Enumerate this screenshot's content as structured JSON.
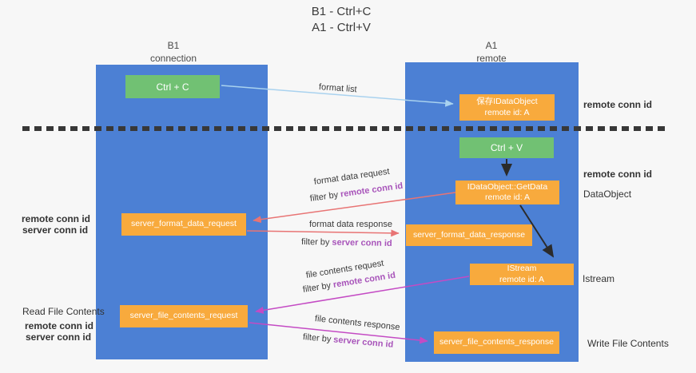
{
  "title": {
    "line1": "B1 - Ctrl+C",
    "line2": "A1 - Ctrl+V"
  },
  "lanes": {
    "left": {
      "name": "B1",
      "role": "connection"
    },
    "right": {
      "name": "A1",
      "role": "remote"
    }
  },
  "nodes": {
    "ctrl_c": {
      "label": "Ctrl + C"
    },
    "store_dataobject": {
      "line1": "保存IDataObject",
      "line2": "remote id: A"
    },
    "ctrl_v": {
      "label": "Ctrl + V"
    },
    "getdata": {
      "line1": "IDataObject::GetData",
      "line2": "remote id: A"
    },
    "format_request": {
      "label": "server_format_data_request"
    },
    "format_response": {
      "label": "server_format_data_response"
    },
    "istream": {
      "line1": "IStream",
      "line2": "remote id: A"
    },
    "file_request": {
      "label": "server_file_contents_request"
    },
    "file_response": {
      "label": "server_file_contents_response"
    }
  },
  "edge_labels": {
    "format_list": "format list",
    "format_data_request": "format data request",
    "format_data_response": "format data response",
    "file_contents_request": "file contents request",
    "file_contents_response": "file contents response",
    "filter_by": "filter by",
    "remote_conn_id": "remote conn id",
    "server_conn_id": "server conn id"
  },
  "side_labels": {
    "remote_conn_id": "remote conn id",
    "server_conn_id": "server conn id",
    "dataobject": "DataObject",
    "istream": "Istream",
    "read_file_contents": "Read File Contents",
    "write_file_contents": "Write File Contents"
  },
  "colors": {
    "lane_blue": "#4c80d4",
    "node_green": "#71c173",
    "node_orange": "#f8aa3d",
    "arrow_light_blue": "#a9d2ef",
    "arrow_red": "#e87474",
    "arrow_magenta": "#c44bc4",
    "arrow_black": "#2b2b2b",
    "conn_id_purple": "#a854ba",
    "conn_id_green": "#56b169",
    "separator_dark": "#383838",
    "background": "#f7f7f7"
  }
}
